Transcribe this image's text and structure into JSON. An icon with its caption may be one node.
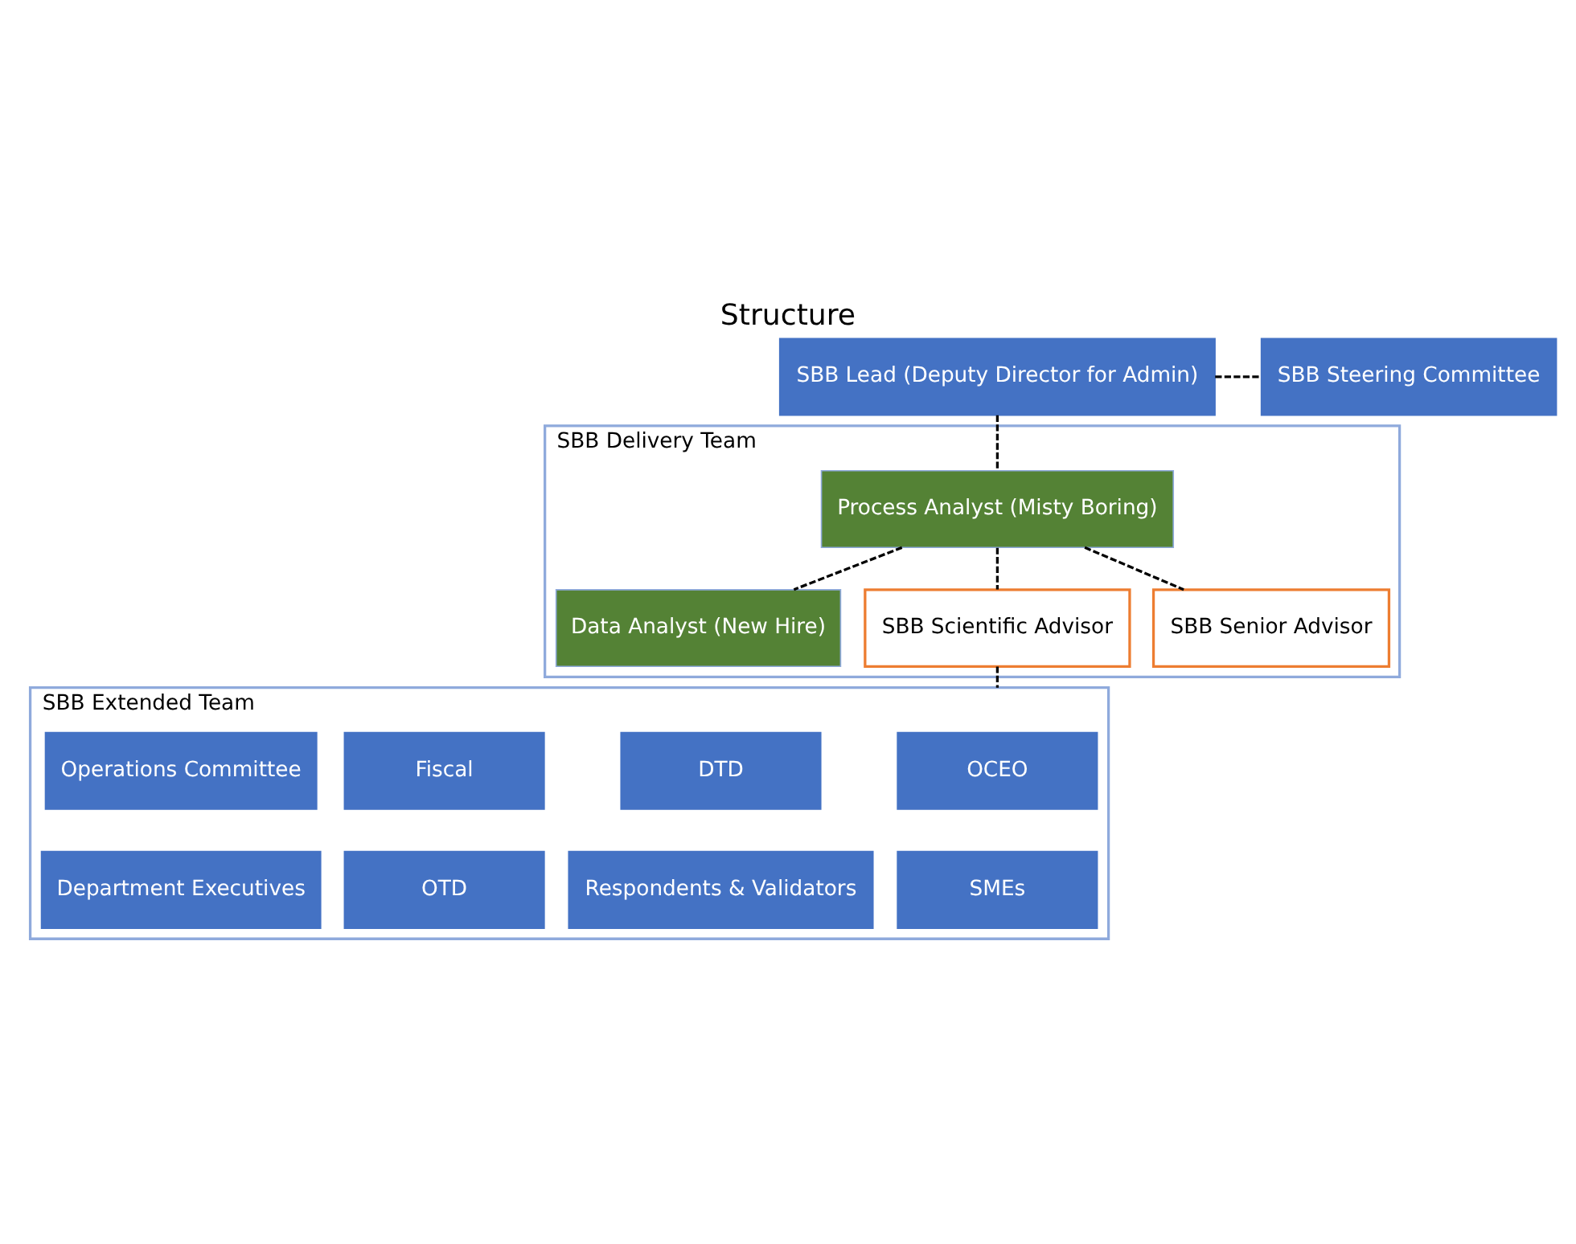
{
  "diagram": {
    "title": "Structure",
    "nodes": [
      {
        "text": [
          "SBB Lead (Deputy Director for Admin)"
        ]
      },
      {
        "text": [
          "SBB Steering Committee"
        ]
      },
      {
        "text": [
          "SBB Delivery Team"
        ]
      },
      {
        "text": [
          "Process Analyst (Misty Boring)"
        ],
        "in": 2
      },
      {
        "text": [
          "Data Analyst (New Hire)"
        ],
        "in": 2
      },
      {
        "text": [
          "SBB Scientific Advisor"
        ],
        "in": 2
      },
      {
        "text": [
          "SBB Senior Advisor"
        ],
        "in": 2
      },
      {
        "text": [
          "SBB Extended Team"
        ]
      },
      {
        "text": [
          "OCEO"
        ],
        "in": 7
      },
      {
        "text": [
          "DTD"
        ],
        "in": 7
      },
      {
        "text": [
          "Fiscal"
        ],
        "in": 7
      },
      {
        "text": [
          "Operations Committee"
        ],
        "in": 7
      },
      {
        "text": [
          "SMEs"
        ],
        "in": 7
      },
      {
        "text": [
          "Respondents & Validators"
        ],
        "in": 7
      },
      {
        "text": [
          "OTD"
        ],
        "in": 7
      },
      {
        "text": [
          "Department Executives"
        ],
        "in": 7
      }
    ],
    "edges": [
      {
        "from": 0,
        "to": 1,
        "arrow": "none",
        "style": "dashed"
      },
      {
        "from": 0,
        "to": 3,
        "arrow": "none",
        "style": "dashed"
      },
      {
        "from": 3,
        "to": 4,
        "arrow": "none",
        "style": "dashed"
      },
      {
        "from": 3,
        "to": 5,
        "arrow": "none",
        "style": "dashed"
      },
      {
        "from": 3,
        "to": 6,
        "arrow": "none",
        "style": "dashed"
      },
      {
        "from": 5,
        "to": 7,
        "arrow": "none",
        "style": "dashed"
      }
    ]
  }
}
